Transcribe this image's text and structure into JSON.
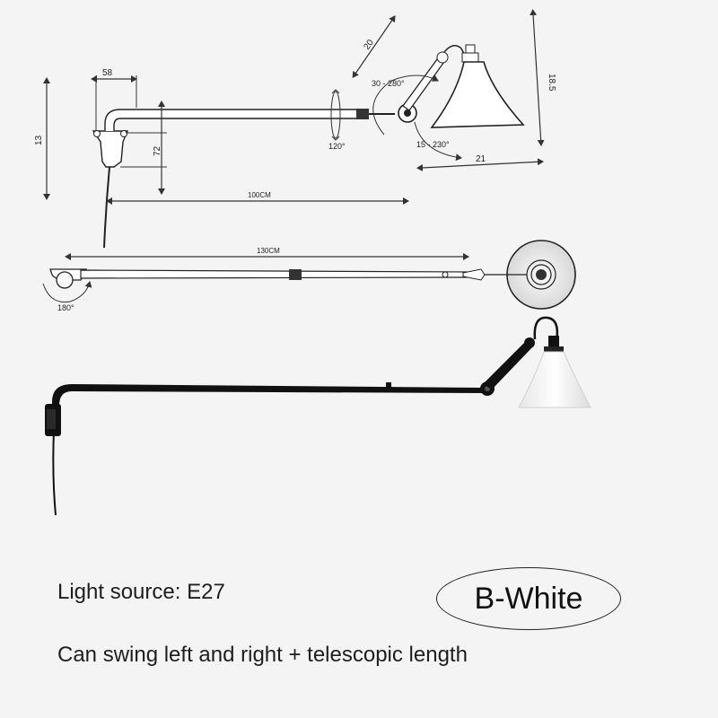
{
  "dimensions": {
    "bracket_width": "58",
    "height_13": "13",
    "bracket_72": "72",
    "arm_100": "100CM",
    "shade_20": "20",
    "rotate_30_280": "30 - 280°",
    "rotate_120": "120°",
    "rotate_15_230": "15 - 230°",
    "shade_21": "21",
    "shade_18_5": "18.5",
    "top_130": "130CM",
    "swivel_180": "180°"
  },
  "info": {
    "light_source": "Light source: E27",
    "variant": "B-White",
    "feature": "Can swing left and right + telescopic length"
  },
  "colors": {
    "background": "#f4f4f4",
    "lamp_body": "#111111",
    "shade_white": "#ffffff"
  }
}
